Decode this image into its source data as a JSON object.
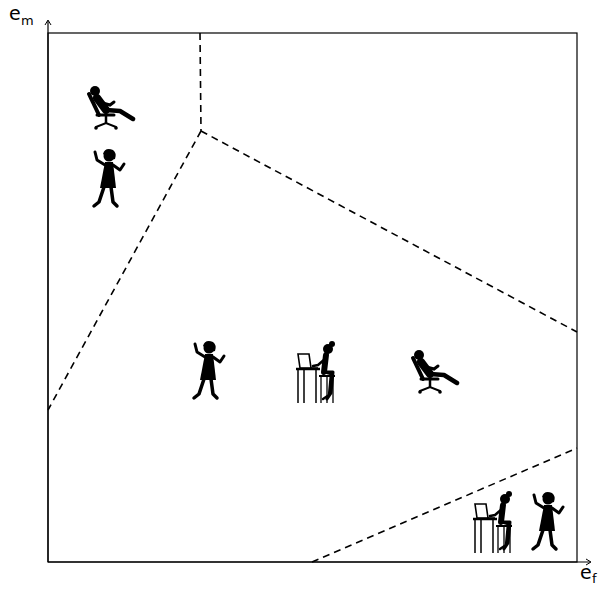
{
  "diagram": {
    "labels": [
      "e",
      "m",
      "e",
      "f"
    ]
  }
}
